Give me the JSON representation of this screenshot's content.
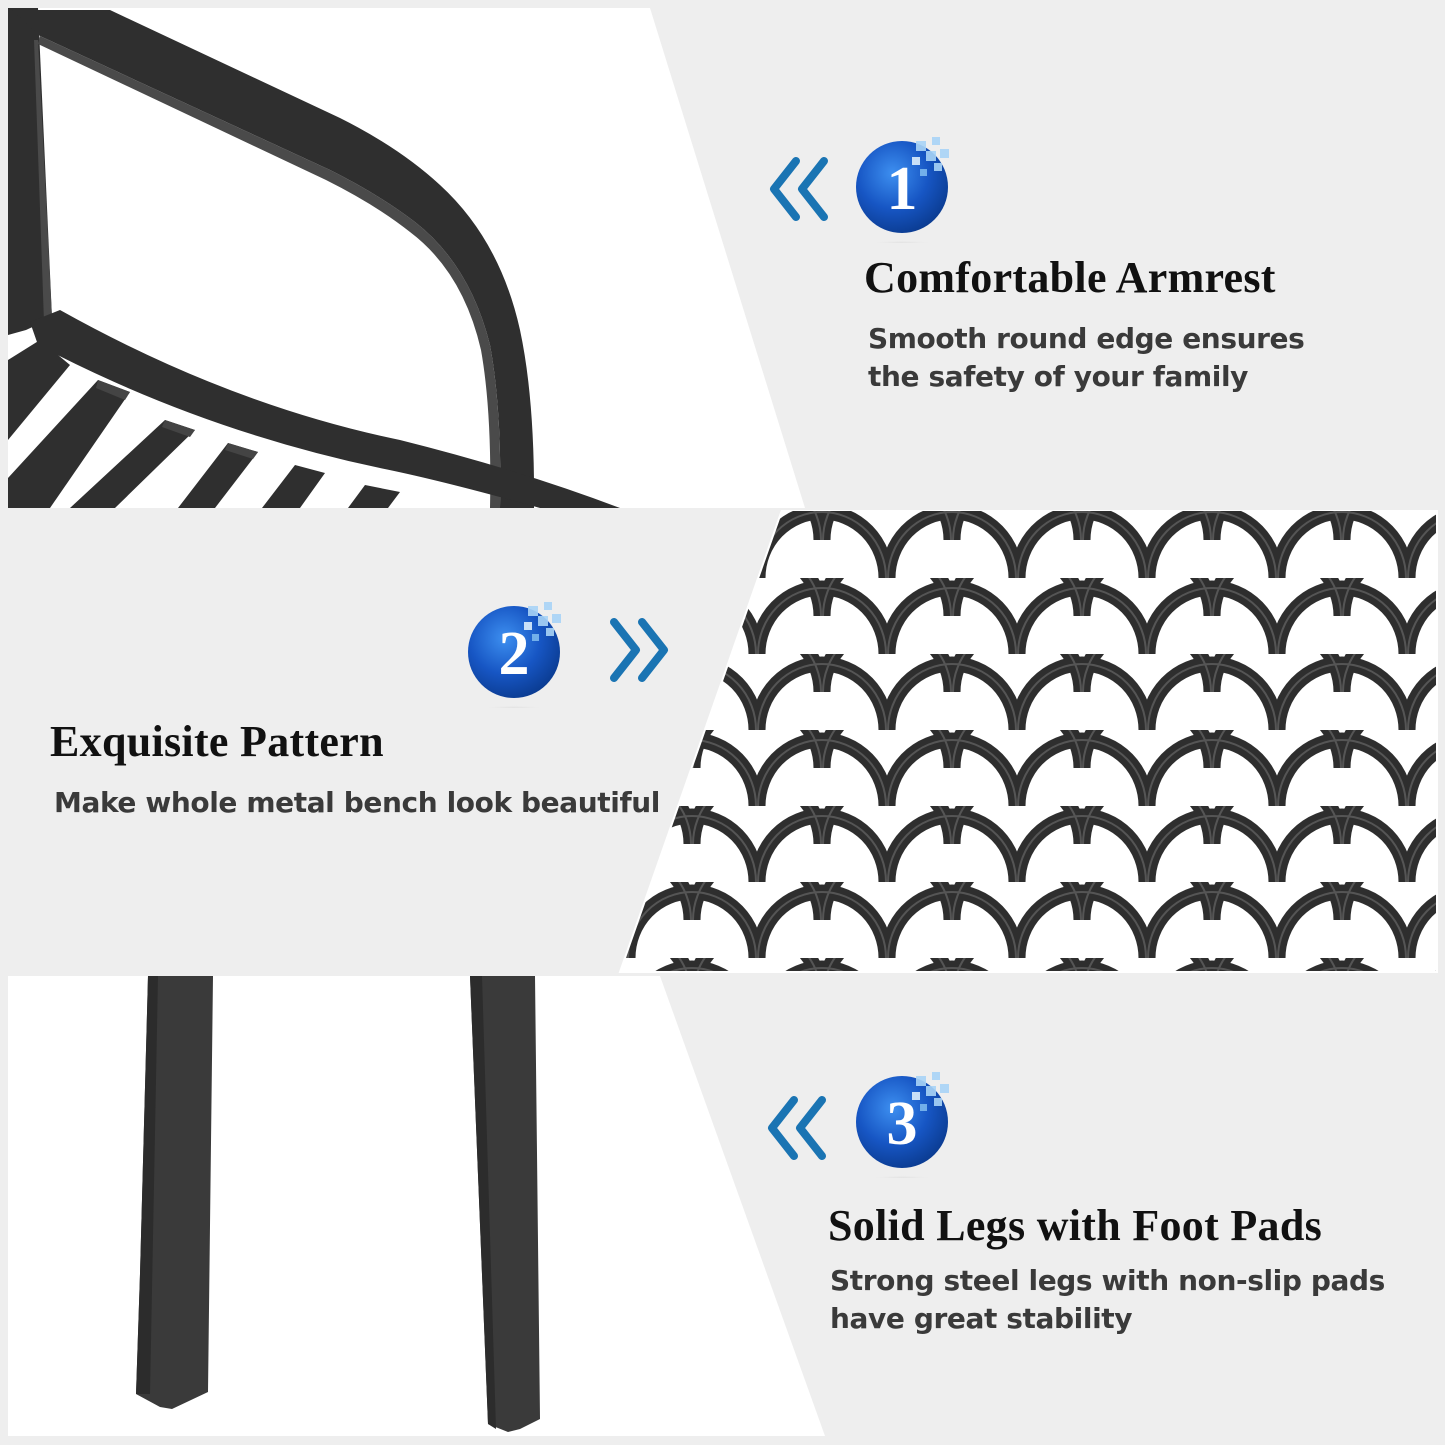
{
  "colors": {
    "background": "#eeeeee",
    "panel_white": "#ffffff",
    "metal": "#2f2f2f",
    "metal_highlight": "#4a4a4a",
    "accent_blue": "#1a74b3",
    "badge_blue_dark": "#0b3f9c",
    "badge_blue_light": "#2e7fe0",
    "title_text": "#111111",
    "body_text": "#3a3a3a"
  },
  "features": [
    {
      "number": "1",
      "title": "Comfortable Armrest",
      "description_line1": "Smooth round edge ensures",
      "description_line2": "the safety of your family",
      "chevron": "double-chevron-left-icon",
      "image": "chair-armrest-illustration"
    },
    {
      "number": "2",
      "title": "Exquisite Pattern",
      "description_line1": "Make whole metal bench look beautiful",
      "chevron": "double-chevron-right-icon",
      "image": "fish-scale-pattern-illustration"
    },
    {
      "number": "3",
      "title": "Solid Legs with Foot Pads",
      "description_line1": "Strong steel legs with non-slip pads",
      "description_line2": "have great stability",
      "chevron": "double-chevron-left-icon",
      "image": "bench-legs-illustration"
    }
  ]
}
